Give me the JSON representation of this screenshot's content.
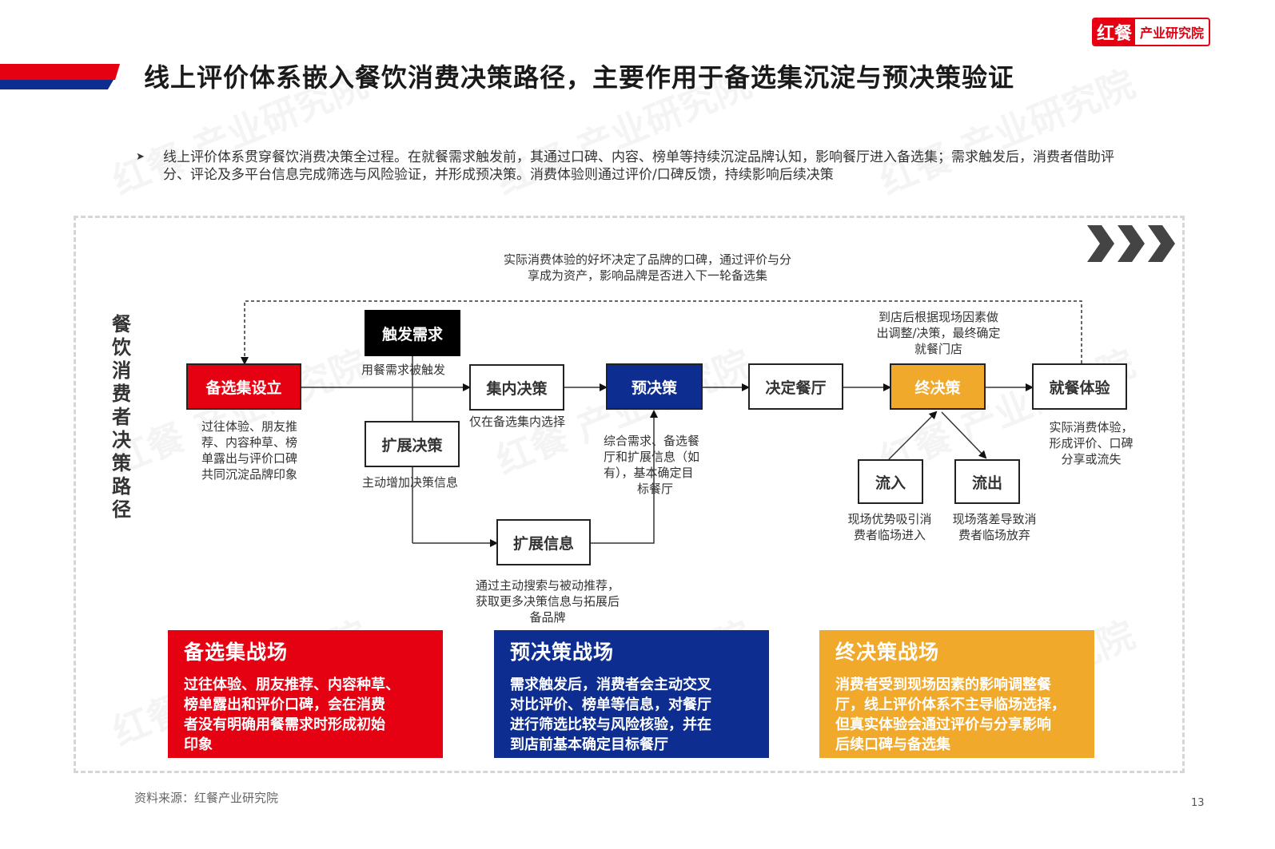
{
  "header": {
    "title": "线上评价体系嵌入餐饮消费决策路径，主要作用于备选集沉淀与预决策验证",
    "logo_part1": "红餐",
    "logo_part2": "产业研究院"
  },
  "intro": {
    "bullet": "➤",
    "text": "线上评价体系贯穿餐饮消费决策全过程。在就餐需求触发前，其通过口碑、内容、榜单等持续沉淀品牌认知，影响餐厅进入备选集；需求触发后，消费者借助评分、评论及多平台信息完成筛选与风险验证，并形成预决策。消费体验则通过评价/口碑反馈，持续影响后续决策"
  },
  "diagram": {
    "vertical_title": "餐饮消费者决策路径",
    "feedback_note": [
      "实际消费体验的好坏决定了品牌的口碑，通过评价与分",
      "享成为资产，影响品牌是否进入下一轮备选集"
    ],
    "nodes": {
      "candidate": "备选集设立",
      "trigger": "触发需求",
      "inner": "集内决策",
      "expand_decision": "扩展决策",
      "expand_info": "扩展信息",
      "pre": "预决策",
      "restaurant": "决定餐厅",
      "final": "终决策",
      "dining": "就餐体验",
      "inflow": "流入",
      "outflow": "流出"
    },
    "notes": {
      "candidate": [
        "过往体验、朋友推",
        "荐、内容种草、榜",
        "单露出与评价口碑",
        "共同沉淀品牌印象"
      ],
      "trigger": "用餐需求被触发",
      "inner": "仅在备选集内选择",
      "expand_decision": "主动增加决策信息",
      "expand_info": [
        "通过主动搜索与被动推荐，",
        "获取更多决策信息与拓展后",
        "备品牌"
      ],
      "pre": [
        "综合需求、备选餐",
        "厅和扩展信息（如",
        "有），基本确定目",
        "标餐厅"
      ],
      "final": [
        "到店后根据现场因素做",
        "出调整/决策，最终确定",
        "就餐门店"
      ],
      "dining": [
        "实际消费体验，",
        "形成评价、口碑",
        "分享或流失"
      ],
      "inflow": [
        "现场优势吸引消",
        "费者临场进入"
      ],
      "outflow": [
        "现场落差导致消",
        "费者临场放弃"
      ]
    }
  },
  "panels": {
    "red": {
      "title": "备选集战场",
      "lines": [
        "过往体验、朋友推荐、内容种草、",
        "榜单露出和评价口碑，会在消费",
        "者没有明确用餐需求时形成初始",
        "印象"
      ]
    },
    "blue": {
      "title": "预决策战场",
      "lines": [
        "需求触发后，消费者会主动交叉",
        "对比评价、榜单等信息，对餐厅",
        "进行筛选比较与风险核验，并在",
        "到店前基本确定目标餐厅"
      ]
    },
    "yellow": {
      "title": "终决策战场",
      "lines": [
        "消费者受到现场因素的影响调整餐",
        "厅，线上评价体系不主导临场选择，",
        "但真实体验会通过评价与分享影响",
        "后续口碑与备选集"
      ]
    }
  },
  "footer": {
    "source": "资料来源：红餐产业研究院",
    "page_number": "13"
  },
  "colors": {
    "red": "#e50012",
    "blue": "#0d2d91",
    "yellow": "#f0a92b",
    "black": "#000000"
  }
}
